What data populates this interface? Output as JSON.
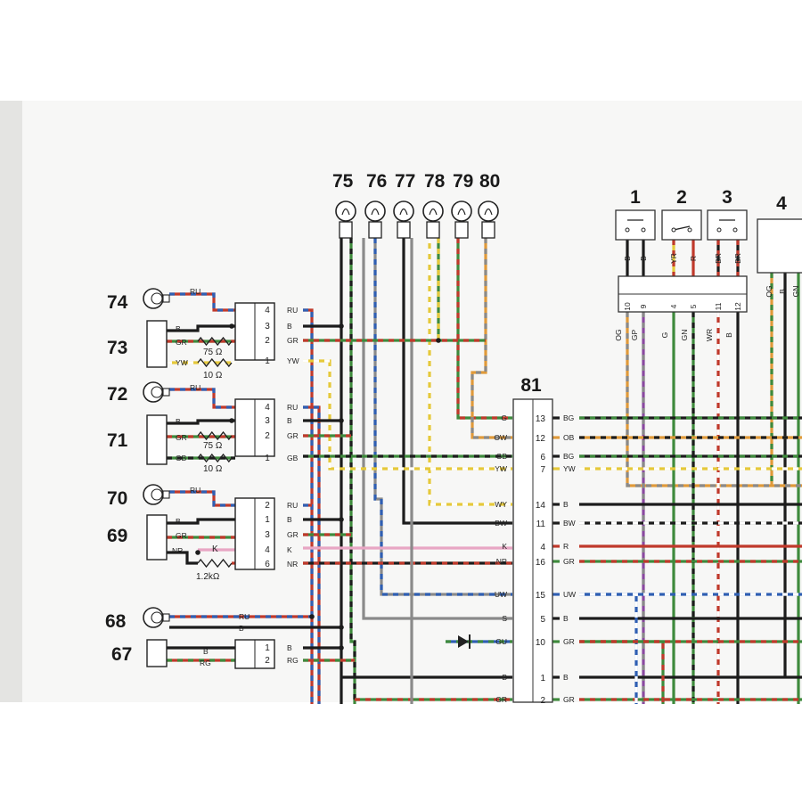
{
  "bulbs_top": {
    "numbers": [
      "75",
      "76",
      "77",
      "78",
      "79",
      "80"
    ]
  },
  "switches": {
    "numbers": [
      "1",
      "2",
      "3",
      "4"
    ],
    "codes_1": [
      "B",
      "B"
    ],
    "codes_2": [
      "YR",
      "R"
    ],
    "codes_3": [
      "BR",
      "BR"
    ],
    "codes_4": [
      "OG",
      "B",
      "GN"
    ]
  },
  "block": {
    "pins": [
      "10",
      "9",
      "4",
      "5",
      "11",
      "12"
    ],
    "codes": [
      "OG",
      "GP",
      "G",
      "GN",
      "WR",
      "B"
    ]
  },
  "left_components": {
    "c74": "74",
    "c73": "73",
    "c72": "72",
    "c71": "71",
    "c70": "70",
    "c69": "69",
    "c68": "68",
    "c67": "67"
  },
  "group_a": {
    "lamp_code": "RU",
    "side_codes": [
      "B",
      "GR",
      "YW"
    ],
    "r1": "75 Ω",
    "r2": "10 Ω",
    "pins": [
      "4",
      "3",
      "2",
      "1"
    ],
    "out_codes": [
      "RU",
      "B",
      "GR",
      "YW"
    ]
  },
  "group_b": {
    "lamp_code": "RU",
    "side_codes": [
      "B",
      "GR",
      "GB"
    ],
    "r1": "75 Ω",
    "r2": "10 Ω",
    "pins": [
      "4",
      "3",
      "2",
      "1"
    ],
    "out_codes": [
      "RU",
      "B",
      "GR",
      "GB"
    ]
  },
  "group_c": {
    "lamp_code": "RU",
    "side_codes": [
      "B",
      "GR",
      "NR"
    ],
    "k_label": "K",
    "r1": "1.2kΩ",
    "pins": [
      "2",
      "1",
      "3",
      "4",
      "6"
    ],
    "out_codes": [
      "RU",
      "B",
      "GR",
      "K",
      "NR"
    ]
  },
  "item68": {
    "codes": [
      "RU",
      "B"
    ]
  },
  "item67": {
    "side_codes": [
      "B",
      "RG"
    ],
    "pins": [
      "1",
      "2"
    ],
    "out_codes": [
      "B",
      "RG"
    ]
  },
  "connector81": {
    "title": "81",
    "left_codes": [
      "G",
      "OW",
      "GB",
      "YW",
      "WY",
      "BW",
      "K",
      "NR",
      "UW",
      "S",
      "GU",
      "B",
      "GR"
    ],
    "pins_left": [
      "13",
      "12",
      "6",
      "7",
      "14",
      "11",
      "4",
      "16",
      "15",
      "5",
      "10",
      "1",
      "2"
    ],
    "right_codes": [
      "BG",
      "OB",
      "BG",
      "YW",
      "B",
      "BW",
      "R",
      "GR",
      "UW",
      "B",
      "GR",
      "B",
      "GR"
    ]
  },
  "colors": {
    "black": "#1c1c1c",
    "green": "#3e8a3c",
    "red": "#c0392b",
    "blue": "#2f5fb3",
    "yellow": "#e6c93a",
    "orange": "#e09a3a",
    "pink": "#e8a6c4",
    "grey": "#8a8a8a",
    "white": "#ffffff",
    "brown": "#b06a35",
    "purple": "#8a4aa0"
  }
}
